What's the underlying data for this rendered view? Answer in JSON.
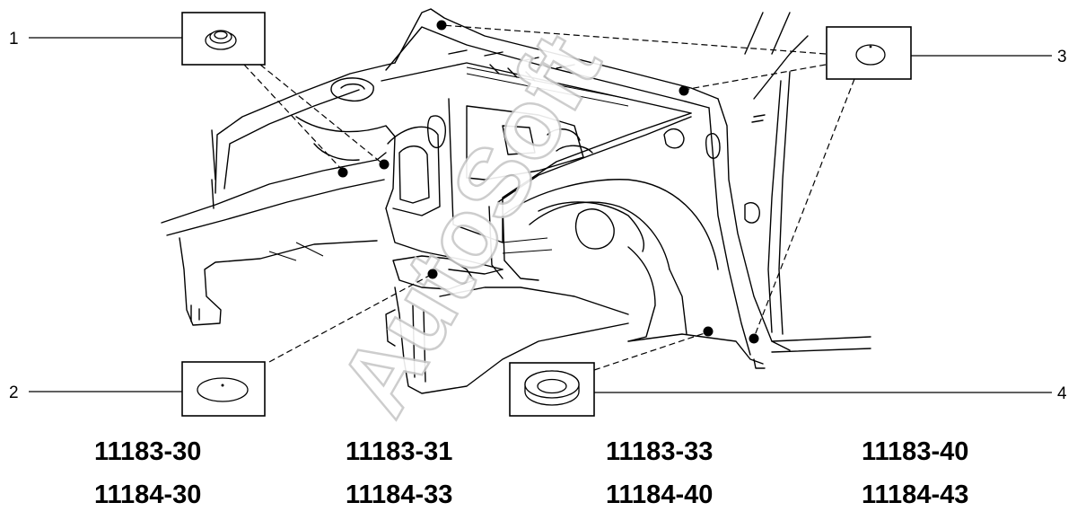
{
  "callouts": [
    {
      "number": "1",
      "shape": "stepped-grommet-icon"
    },
    {
      "number": "2",
      "shape": "flat-plug-icon"
    },
    {
      "number": "3",
      "shape": "dome-plug-icon"
    },
    {
      "number": "4",
      "shape": "large-grommet-icon"
    }
  ],
  "part_codes": {
    "row1": [
      "11183-30",
      "11183-31",
      "11183-33",
      "11183-40"
    ],
    "row2": [
      "11184-30",
      "11184-33",
      "11184-40",
      "11184-43"
    ]
  },
  "watermark": "AutoSoft"
}
